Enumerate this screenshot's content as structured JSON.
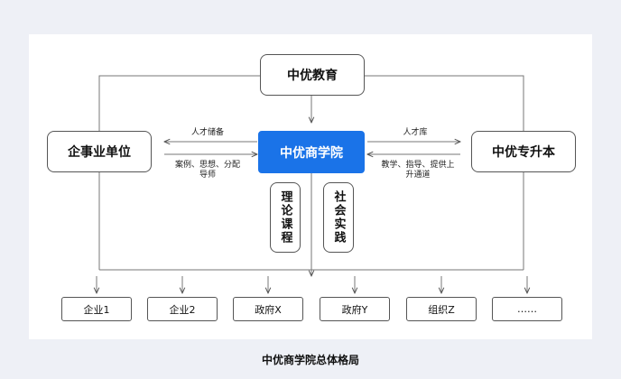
{
  "diagram": {
    "nodes": {
      "top": "中优教育",
      "left": "企事业单位",
      "center": "中优商学院",
      "right": "中优专升本",
      "theory": "理论课程",
      "practice": "社会实践"
    },
    "edge_labels": {
      "center_to_left": "人才储备",
      "left_to_center": "案例、思想、分配导师",
      "right_to_center": "人才库",
      "center_to_right": "教学、指导、提供上升通道"
    },
    "bottom_nodes": [
      "企业1",
      "企业2",
      "政府X",
      "政府Y",
      "组织Z",
      "……"
    ]
  },
  "caption": "中优商学院总体格局"
}
